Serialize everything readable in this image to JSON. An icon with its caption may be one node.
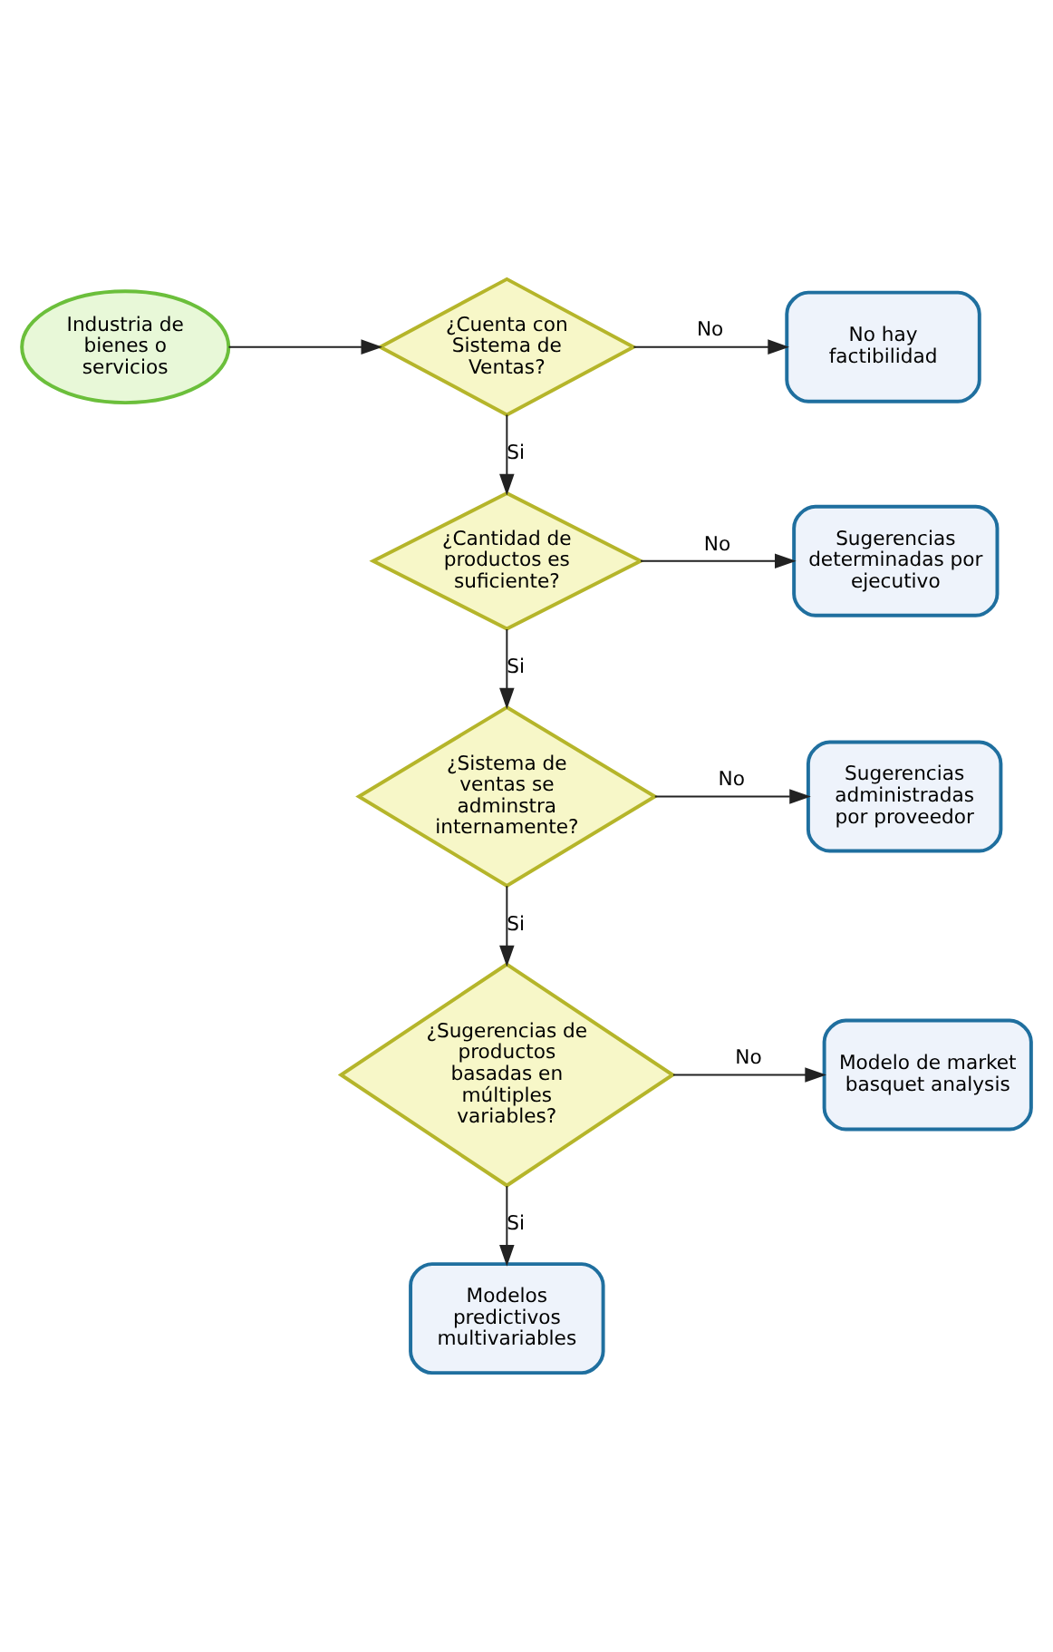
{
  "diagram": {
    "nodes": [
      {
        "text": [
          "Industria de bienes o servicios"
        ]
      },
      {
        "text": [
          "¿Cuenta con Sistema de Ventas?"
        ]
      },
      {
        "text": [
          "No hay factibilidad"
        ]
      },
      {
        "text": [
          "¿Cantidad de productos es suficiente?"
        ]
      },
      {
        "text": [
          "Sugerencias determinadas por ejecutivo"
        ]
      },
      {
        "text": [
          "¿Sistema de ventas se adminstra internamente?"
        ]
      },
      {
        "text": [
          "Sugerencias administradas por proveedor"
        ]
      },
      {
        "text": [
          "¿Sugerencias de productos basadas en múltiples variables?"
        ]
      },
      {
        "text": [
          "Modelo de market basquet analysis"
        ]
      },
      {
        "text": [
          "Modelos predictivos multivariables"
        ]
      }
    ],
    "edges": [
      {
        "from": 0,
        "to": 1,
        "arrow": "to"
      },
      {
        "from": 1,
        "to": 2,
        "arrow": "to",
        "label": "No"
      },
      {
        "from": 1,
        "to": 3,
        "arrow": "to",
        "label": "Si"
      },
      {
        "from": 3,
        "to": 4,
        "arrow": "to",
        "label": "No"
      },
      {
        "from": 3,
        "to": 5,
        "arrow": "to",
        "label": "Si"
      },
      {
        "from": 5,
        "to": 6,
        "arrow": "to",
        "label": "No"
      },
      {
        "from": 5,
        "to": 7,
        "arrow": "to",
        "label": "Si"
      },
      {
        "from": 7,
        "to": 8,
        "arrow": "to",
        "label": "No"
      },
      {
        "from": 7,
        "to": 9,
        "arrow": "to",
        "label": "Si"
      }
    ]
  }
}
